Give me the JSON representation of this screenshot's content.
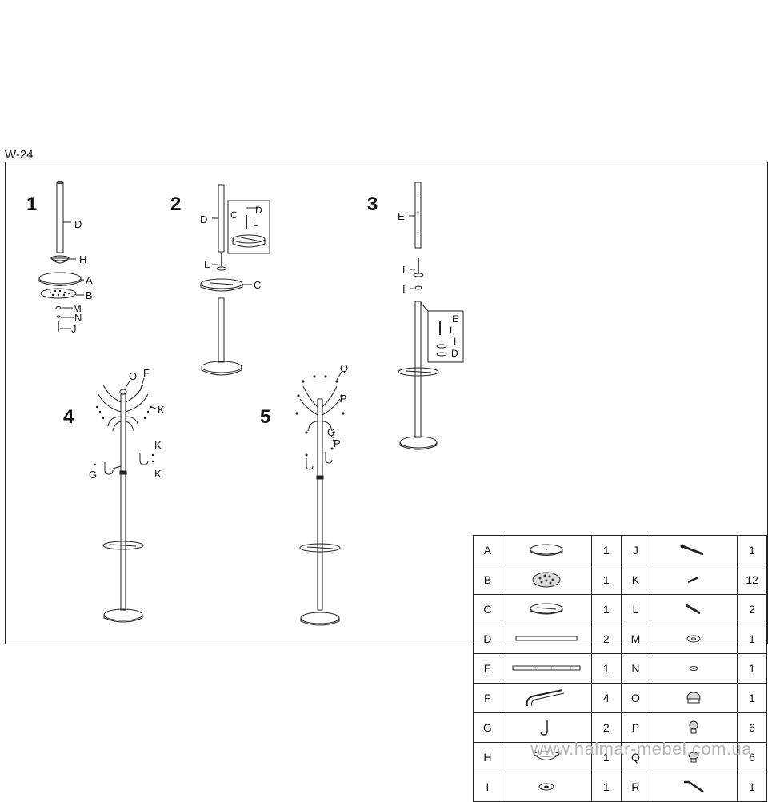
{
  "model_code": "W-24",
  "steps": {
    "s1": {
      "number": "1",
      "labels": {
        "d": "D",
        "h": "H",
        "a": "A",
        "b": "B",
        "m": "M",
        "n": "N",
        "j": "J"
      }
    },
    "s2": {
      "number": "2",
      "labels": {
        "d": "D",
        "l": "L",
        "c": "C",
        "c_detail": "C",
        "d_detail": "D",
        "l_detail": "L"
      }
    },
    "s3": {
      "number": "3",
      "labels": {
        "e": "E",
        "l": "L",
        "i": "I",
        "e_detail": "E",
        "l_detail": "L",
        "i_detail": "I",
        "d_detail": "D"
      }
    },
    "s4": {
      "number": "4",
      "labels": {
        "o": "O",
        "f": "F",
        "k1": "K",
        "k2": "K",
        "k3": "K",
        "g": "G"
      }
    },
    "s5": {
      "number": "5",
      "labels": {
        "q1": "Q",
        "p1": "P",
        "q2": "Q",
        "p2": "P"
      }
    }
  },
  "parts": [
    {
      "left": {
        "letter": "A",
        "icon": "base-disc",
        "qty": "1"
      },
      "right": {
        "letter": "J",
        "icon": "long-bolt",
        "qty": "1"
      }
    },
    {
      "left": {
        "letter": "B",
        "icon": "perforated-plate",
        "qty": "1"
      },
      "right": {
        "letter": "K",
        "icon": "short-screw",
        "qty": "12"
      }
    },
    {
      "left": {
        "letter": "C",
        "icon": "drip-tray",
        "qty": "1"
      },
      "right": {
        "letter": "L",
        "icon": "threaded-rod",
        "qty": "2"
      }
    },
    {
      "left": {
        "letter": "D",
        "icon": "tube",
        "qty": "2"
      },
      "right": {
        "letter": "M",
        "icon": "large-washer",
        "qty": "1"
      }
    },
    {
      "left": {
        "letter": "E",
        "icon": "drilled-tube",
        "qty": "1"
      },
      "right": {
        "letter": "N",
        "icon": "small-washer",
        "qty": "1"
      }
    },
    {
      "left": {
        "letter": "F",
        "icon": "double-hook",
        "qty": "4"
      },
      "right": {
        "letter": "O",
        "icon": "top-cap",
        "qty": "1"
      }
    },
    {
      "left": {
        "letter": "G",
        "icon": "single-hook",
        "qty": "2"
      },
      "right": {
        "letter": "P",
        "icon": "ball-knob",
        "qty": "6"
      }
    },
    {
      "left": {
        "letter": "H",
        "icon": "cone-cup",
        "qty": "1"
      },
      "right": {
        "letter": "Q",
        "icon": "flat-knob",
        "qty": "6"
      }
    },
    {
      "left": {
        "letter": "I",
        "icon": "nut-washer",
        "qty": "1"
      },
      "right": {
        "letter": "R",
        "icon": "allen-key",
        "qty": "1"
      }
    }
  ],
  "watermark": "www.halmar-mebel.com.ua"
}
